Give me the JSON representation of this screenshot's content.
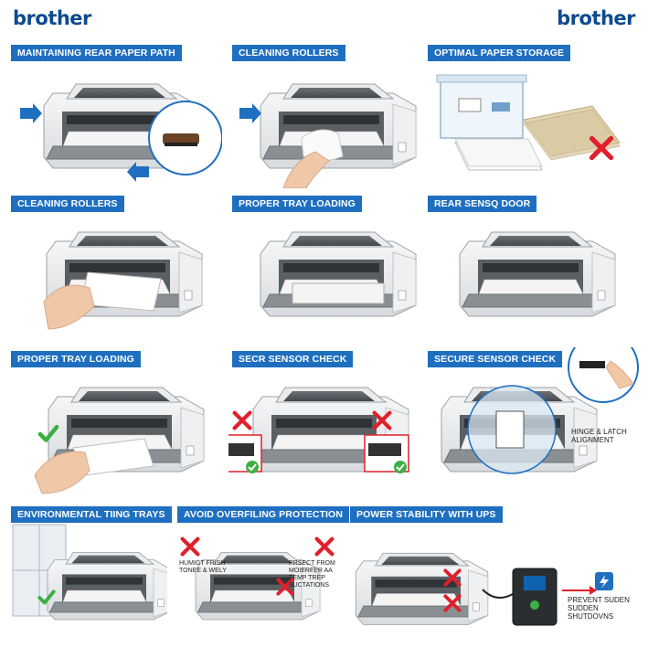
{
  "brand": {
    "left_logo": "brother",
    "right_logo": "brother"
  },
  "panels": [
    {
      "title": "MAINTAINING REAR PAPER PATH"
    },
    {
      "title": "CLEANING ROLLERS"
    },
    {
      "title": "OPTIMAL PAPER STORAGE"
    },
    {
      "title": "CLEANING ROLLERS"
    },
    {
      "title": "PROPER TRAY LOADING"
    },
    {
      "title": "REAR SENSQ DOOR"
    },
    {
      "title": "PROPER TRAY LOADING"
    },
    {
      "title": "SECR SENSOR CHECK"
    },
    {
      "title": "SECURE SENSOR CHECK",
      "note": "HINGE & LATCH ALIGNMENT"
    },
    {
      "title": "ENVIRONMENTAL TIING TRAYS"
    },
    {
      "title": "AVOID OVERFILING PROTECTION",
      "note_left": "HUMIGT FRISH TONEE & WELY",
      "note_right": "PRSECT FROM MOIERFER AA TEMP TREP SUCTATIONS"
    },
    {
      "title": "POWER STABILITY WITH UPS",
      "note": "PREVENT SUDEN SUDDEN SHUTDOVNS"
    }
  ],
  "colors": {
    "label_bg": "#1f6fc0",
    "brand": "#0d4a8f",
    "cross": "#e0202a",
    "check": "#3cb043",
    "arrow": "#1f6fc0"
  }
}
